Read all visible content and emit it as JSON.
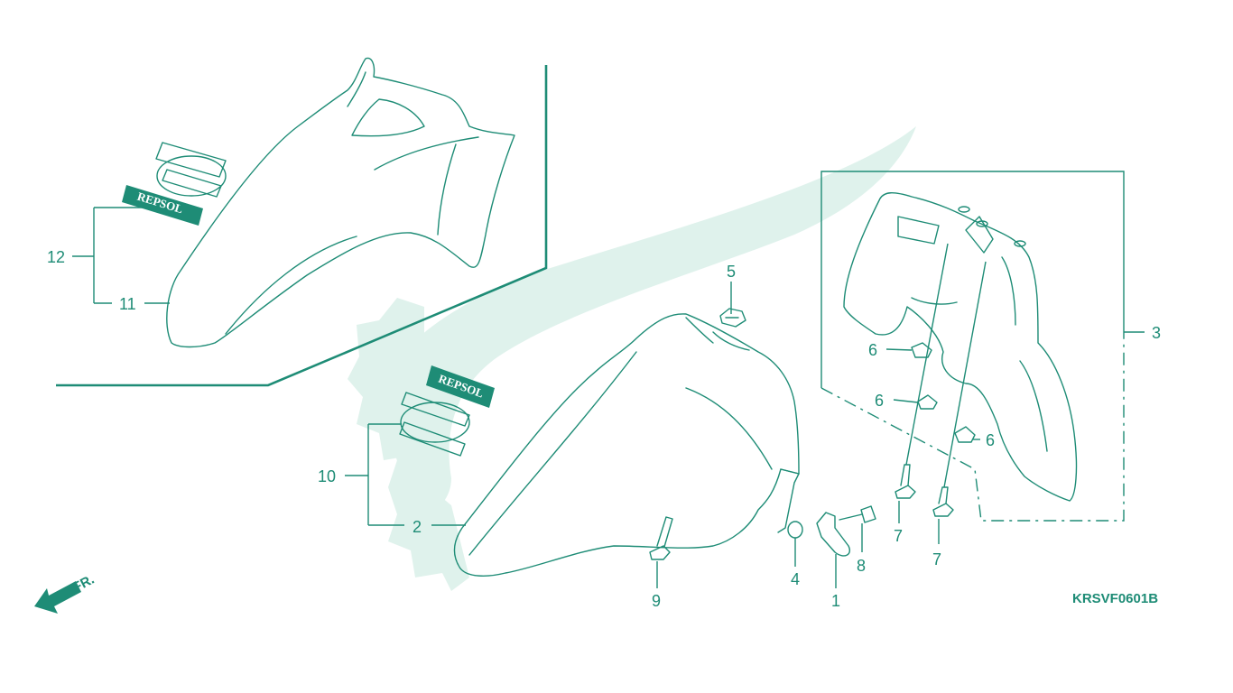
{
  "diagram": {
    "code": "KRSVF0601B",
    "direction_label": "FR.",
    "decal_text": "REPSOL",
    "callouts": [
      "1",
      "2",
      "3",
      "4",
      "5",
      "6",
      "6",
      "6",
      "7",
      "7",
      "8",
      "9",
      "10",
      "11",
      "12"
    ],
    "colors": {
      "line": "#1e8c76",
      "watermark": "#dff2ec",
      "background": "#ffffff"
    },
    "icons": [
      "fr-arrow-icon",
      "wing-watermark"
    ]
  }
}
